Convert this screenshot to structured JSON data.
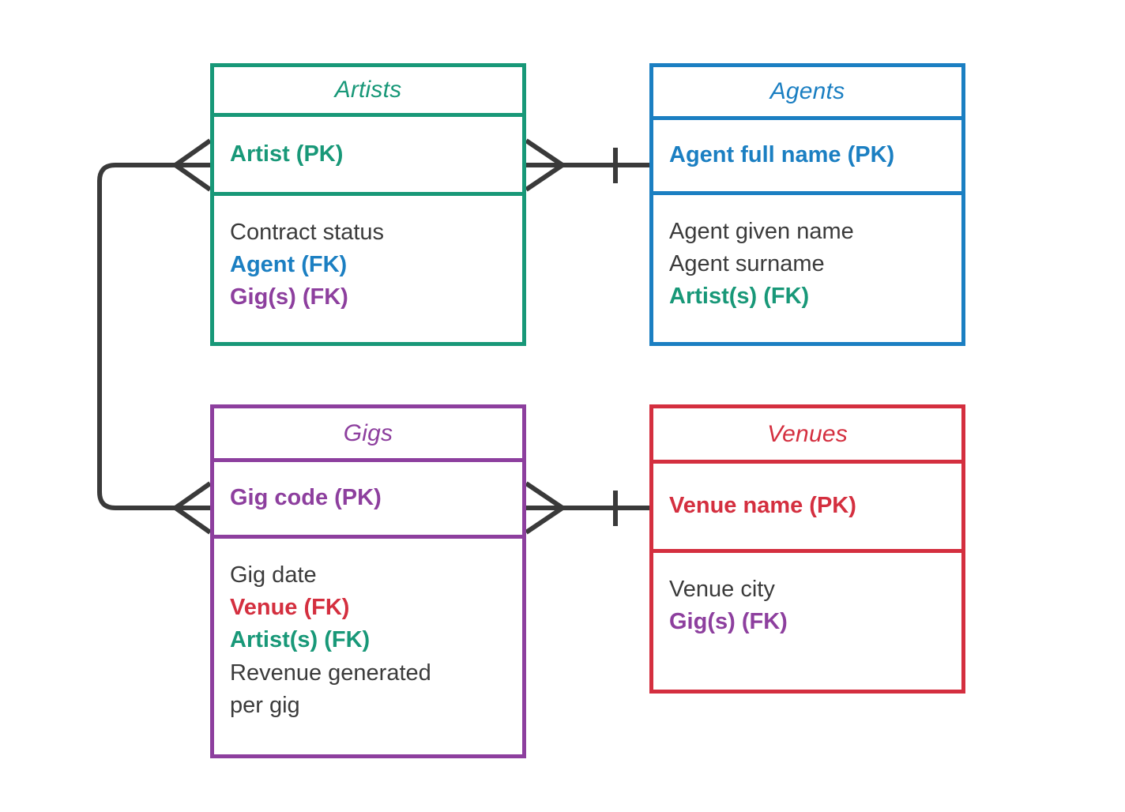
{
  "diagram": {
    "type": "entity-relationship-diagram",
    "notation": "crow's foot",
    "background": "#ffffff",
    "colors": {
      "green": "#189878",
      "blue": "#1b7fc2",
      "purple": "#8d3f9e",
      "red": "#d42f3f",
      "neutral_text": "#3b3b3b",
      "connector": "#3a3a3a"
    }
  },
  "entities": [
    {
      "id": "artists",
      "title": "Artists",
      "color": "#189878",
      "key_field": {
        "label": "Artist (PK)",
        "color": "#189878",
        "bold": true
      },
      "fields": [
        {
          "label": "Contract status",
          "color": "#3b3b3b",
          "bold": false
        },
        {
          "label": "Agent (FK)",
          "color": "#1b7fc2",
          "bold": true
        },
        {
          "label": "Gig(s) (FK)",
          "color": "#8d3f9e",
          "bold": true
        }
      ]
    },
    {
      "id": "agents",
      "title": "Agents",
      "color": "#1b7fc2",
      "key_field": {
        "label": "Agent full name (PK)",
        "color": "#1b7fc2",
        "bold": true
      },
      "fields": [
        {
          "label": "Agent given name",
          "color": "#3b3b3b",
          "bold": false
        },
        {
          "label": "Agent surname",
          "color": "#3b3b3b",
          "bold": false
        },
        {
          "label": "Artist(s) (FK)",
          "color": "#189878",
          "bold": true
        }
      ]
    },
    {
      "id": "gigs",
      "title": "Gigs",
      "color": "#8d3f9e",
      "key_field": {
        "label": "Gig code (PK)",
        "color": "#8d3f9e",
        "bold": true
      },
      "fields": [
        {
          "label": "Gig date",
          "color": "#3b3b3b",
          "bold": false
        },
        {
          "label": "Venue (FK)",
          "color": "#d42f3f",
          "bold": true
        },
        {
          "label": "Artist(s) (FK)",
          "color": "#189878",
          "bold": true
        },
        {
          "label": "Revenue generated\nper gig",
          "color": "#3b3b3b",
          "bold": false
        }
      ]
    },
    {
      "id": "venues",
      "title": "Venues",
      "color": "#d42f3f",
      "key_field": {
        "label": "Venue name (PK)",
        "color": "#d42f3f",
        "bold": true
      },
      "fields": [
        {
          "label": "Venue city",
          "color": "#3b3b3b",
          "bold": false
        },
        {
          "label": "Gig(s) (FK)",
          "color": "#8d3f9e",
          "bold": true
        }
      ]
    }
  ],
  "relationships": [
    {
      "id": "artists-agents",
      "from": "artists",
      "to": "agents",
      "from_cardinality": "many",
      "to_cardinality": "one",
      "from_symbol": "crows-foot",
      "to_symbol": "single-tick"
    },
    {
      "id": "gigs-venues",
      "from": "gigs",
      "to": "venues",
      "from_cardinality": "many",
      "to_cardinality": "one",
      "from_symbol": "crows-foot",
      "to_symbol": "single-tick"
    },
    {
      "id": "artists-gigs",
      "from": "artists",
      "to": "gigs",
      "from_cardinality": "many",
      "to_cardinality": "many",
      "from_symbol": "crows-foot",
      "to_symbol": "crows-foot",
      "routing": "left-loop"
    }
  ]
}
